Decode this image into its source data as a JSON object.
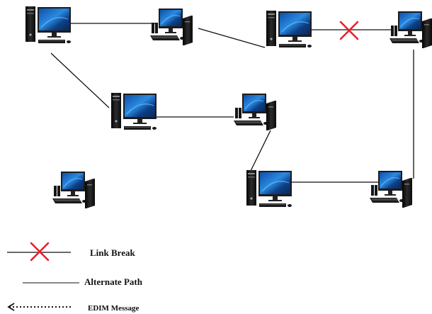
{
  "diagram": {
    "nodes": [
      {
        "id": "pc-1",
        "style": "tower-left",
        "icon": "desktop-computer-icon"
      },
      {
        "id": "pc-2",
        "style": "tower-right",
        "icon": "desktop-computer-icon"
      },
      {
        "id": "pc-3",
        "style": "tower-left",
        "icon": "desktop-computer-icon"
      },
      {
        "id": "pc-4",
        "style": "tower-right",
        "icon": "desktop-computer-icon"
      },
      {
        "id": "pc-5",
        "style": "tower-left",
        "icon": "desktop-computer-icon"
      },
      {
        "id": "pc-6",
        "style": "tower-right",
        "icon": "desktop-computer-icon"
      },
      {
        "id": "pc-7",
        "style": "tower-right",
        "icon": "desktop-computer-icon"
      },
      {
        "id": "pc-8",
        "style": "tower-left",
        "icon": "desktop-computer-icon"
      },
      {
        "id": "pc-9",
        "style": "tower-right",
        "icon": "desktop-computer-icon"
      }
    ],
    "links": [
      {
        "from": "pc-1",
        "to": "pc-2",
        "kind": "path"
      },
      {
        "from": "pc-2",
        "to": "pc-3",
        "kind": "path"
      },
      {
        "from": "pc-3",
        "to": "pc-4",
        "kind": "broken"
      },
      {
        "from": "pc-1",
        "to": "pc-5",
        "kind": "path"
      },
      {
        "from": "pc-5",
        "to": "pc-6",
        "kind": "path"
      },
      {
        "from": "pc-6",
        "to": "pc-8",
        "kind": "path"
      },
      {
        "from": "pc-8",
        "to": "pc-9",
        "kind": "path"
      },
      {
        "from": "pc-9",
        "to": "pc-4",
        "kind": "path"
      }
    ],
    "break_color": "#e8202a",
    "line_color": "#111111"
  },
  "legend": {
    "link_break": "Link Break",
    "alternate_path": "Alternate Path",
    "edim_message": "EDIM Message",
    "break_icon": "red-x-icon",
    "arrow_icon": "dotted-arrow-left-icon"
  }
}
